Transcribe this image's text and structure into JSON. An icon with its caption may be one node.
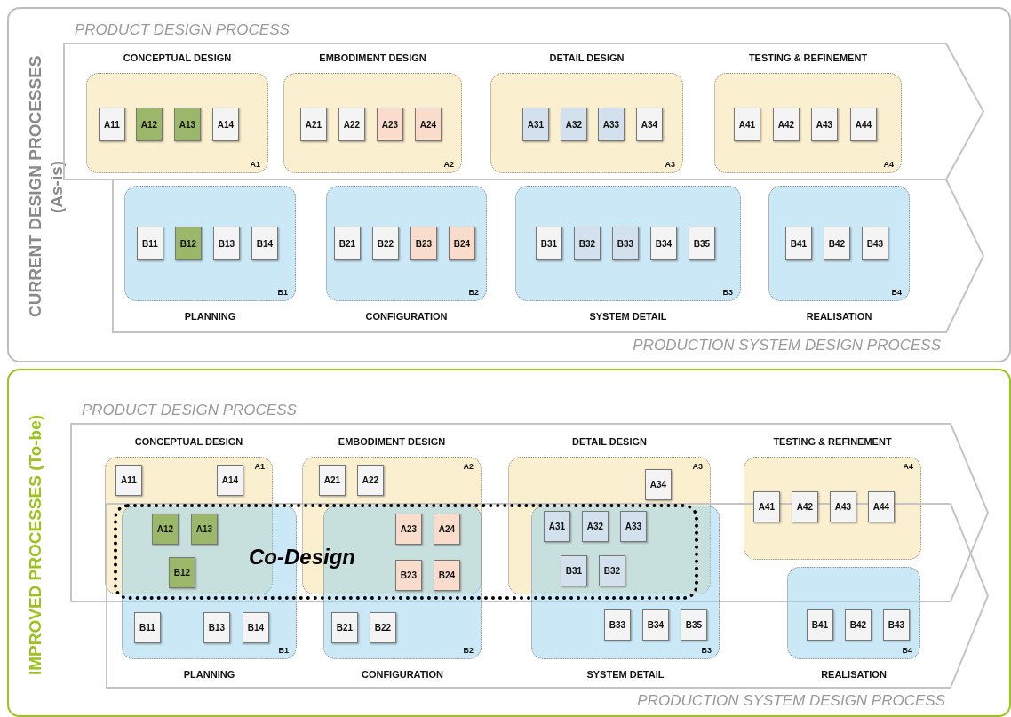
{
  "diagram": {
    "nodes": [
      {
        "text": [
          "CURRENT DESIGN PROCESSES (As-is)"
        ]
      },
      {
        "text": [
          "PRODUCT DESIGN PROCESS"
        ],
        "in": 0
      },
      {
        "text": [
          "CONCEPTUAL DESIGN",
          "A1"
        ],
        "in": 1
      },
      {
        "text": [
          "A11"
        ],
        "in": 2
      },
      {
        "text": [
          "A12"
        ],
        "in": 2
      },
      {
        "text": [
          "A13"
        ],
        "in": 2
      },
      {
        "text": [
          "A14"
        ],
        "in": 2
      },
      {
        "text": [
          "EMBODIMENT DESIGN",
          "A2"
        ],
        "in": 1
      },
      {
        "text": [
          "A21"
        ],
        "in": 7
      },
      {
        "text": [
          "A22"
        ],
        "in": 7
      },
      {
        "text": [
          "A23"
        ],
        "in": 7
      },
      {
        "text": [
          "A24"
        ],
        "in": 7
      },
      {
        "text": [
          "DETAIL DESIGN",
          "A3"
        ],
        "in": 1
      },
      {
        "text": [
          "A31"
        ],
        "in": 12
      },
      {
        "text": [
          "A32"
        ],
        "in": 12
      },
      {
        "text": [
          "A33"
        ],
        "in": 12
      },
      {
        "text": [
          "A34"
        ],
        "in": 12
      },
      {
        "text": [
          "TESTING & REFINEMENT",
          "A4"
        ],
        "in": 1
      },
      {
        "text": [
          "A41"
        ],
        "in": 17
      },
      {
        "text": [
          "A42"
        ],
        "in": 17
      },
      {
        "text": [
          "A43"
        ],
        "in": 17
      },
      {
        "text": [
          "A44"
        ],
        "in": 17
      },
      {
        "text": [
          "PRODUCTION SYSTEM DESIGN PROCESS"
        ],
        "in": 0
      },
      {
        "text": [
          "B1",
          "PLANNING"
        ],
        "in": 22
      },
      {
        "text": [
          "B11"
        ],
        "in": 23
      },
      {
        "text": [
          "B12"
        ],
        "in": 23
      },
      {
        "text": [
          "B13"
        ],
        "in": 23
      },
      {
        "text": [
          "B14"
        ],
        "in": 23
      },
      {
        "text": [
          "B2",
          "CONFIGURATION"
        ],
        "in": 22
      },
      {
        "text": [
          "B21"
        ],
        "in": 28
      },
      {
        "text": [
          "B22"
        ],
        "in": 28
      },
      {
        "text": [
          "B23"
        ],
        "in": 28
      },
      {
        "text": [
          "B24"
        ],
        "in": 28
      },
      {
        "text": [
          "B3",
          "SYSTEM DETAIL"
        ],
        "in": 22
      },
      {
        "text": [
          "B31"
        ],
        "in": 33
      },
      {
        "text": [
          "B32"
        ],
        "in": 33
      },
      {
        "text": [
          "B33"
        ],
        "in": 33
      },
      {
        "text": [
          "B34"
        ],
        "in": 33
      },
      {
        "text": [
          "B35"
        ],
        "in": 33
      },
      {
        "text": [
          "B4",
          "REALISATION"
        ],
        "in": 22
      },
      {
        "text": [
          "B41"
        ],
        "in": 39
      },
      {
        "text": [
          "B42"
        ],
        "in": 39
      },
      {
        "text": [
          "B43"
        ],
        "in": 39
      },
      {
        "text": [
          "IMPROVED PROCESSES (To-be)"
        ]
      },
      {
        "text": [
          "PRODUCT DESIGN PROCESS"
        ],
        "in": 43
      },
      {
        "text": [
          "CONCEPTUAL DESIGN",
          "A1"
        ],
        "in": 44
      },
      {
        "text": [
          "A11"
        ],
        "in": 45
      },
      {
        "text": [
          "A14"
        ],
        "in": 45
      },
      {
        "text": [
          "EMBODIMENT DESIGN",
          "A2"
        ],
        "in": 44
      },
      {
        "text": [
          "A21"
        ],
        "in": 48
      },
      {
        "text": [
          "A22"
        ],
        "in": 48
      },
      {
        "text": [
          "DETAIL DESIGN",
          "A3"
        ],
        "in": 44
      },
      {
        "text": [
          "A34"
        ],
        "in": 51
      },
      {
        "text": [
          "TESTING & REFINEMENT",
          "A4"
        ],
        "in": 44
      },
      {
        "text": [
          "A41"
        ],
        "in": 53
      },
      {
        "text": [
          "A42"
        ],
        "in": 53
      },
      {
        "text": [
          "A43"
        ],
        "in": 53
      },
      {
        "text": [
          "A44"
        ],
        "in": 53
      },
      {
        "text": [
          "PRODUCTION SYSTEM DESIGN PROCESS"
        ],
        "in": 43
      },
      {
        "text": [
          "B1",
          "PLANNING"
        ],
        "in": 58
      },
      {
        "text": [
          "B11"
        ],
        "in": 59
      },
      {
        "text": [
          "B13"
        ],
        "in": 59
      },
      {
        "text": [
          "B14"
        ],
        "in": 59
      },
      {
        "text": [
          "B2",
          "CONFIGURATION"
        ],
        "in": 58
      },
      {
        "text": [
          "B21"
        ],
        "in": 63
      },
      {
        "text": [
          "B22"
        ],
        "in": 63
      },
      {
        "text": [
          "B3",
          "SYSTEM DETAIL"
        ],
        "in": 58
      },
      {
        "text": [
          "B33"
        ],
        "in": 66
      },
      {
        "text": [
          "B34"
        ],
        "in": 66
      },
      {
        "text": [
          "B35"
        ],
        "in": 66
      },
      {
        "text": [
          "B4",
          "REALISATION"
        ],
        "in": 58
      },
      {
        "text": [
          "B41"
        ],
        "in": 70
      },
      {
        "text": [
          "B42"
        ],
        "in": 70
      },
      {
        "text": [
          "B43"
        ],
        "in": 70
      },
      {
        "text": [
          "Co-Design"
        ]
      },
      {
        "text": [
          "A12"
        ]
      },
      {
        "text": [
          "A13"
        ]
      },
      {
        "text": [
          "B12"
        ]
      },
      {
        "text": [
          "A23"
        ]
      },
      {
        "text": [
          "A24"
        ]
      },
      {
        "text": [
          "B23"
        ]
      },
      {
        "text": [
          "B24"
        ]
      },
      {
        "text": [
          "A31"
        ]
      },
      {
        "text": [
          "A32"
        ]
      },
      {
        "text": [
          "A33"
        ]
      },
      {
        "text": [
          "B31"
        ]
      },
      {
        "text": [
          "B32"
        ]
      }
    ]
  }
}
